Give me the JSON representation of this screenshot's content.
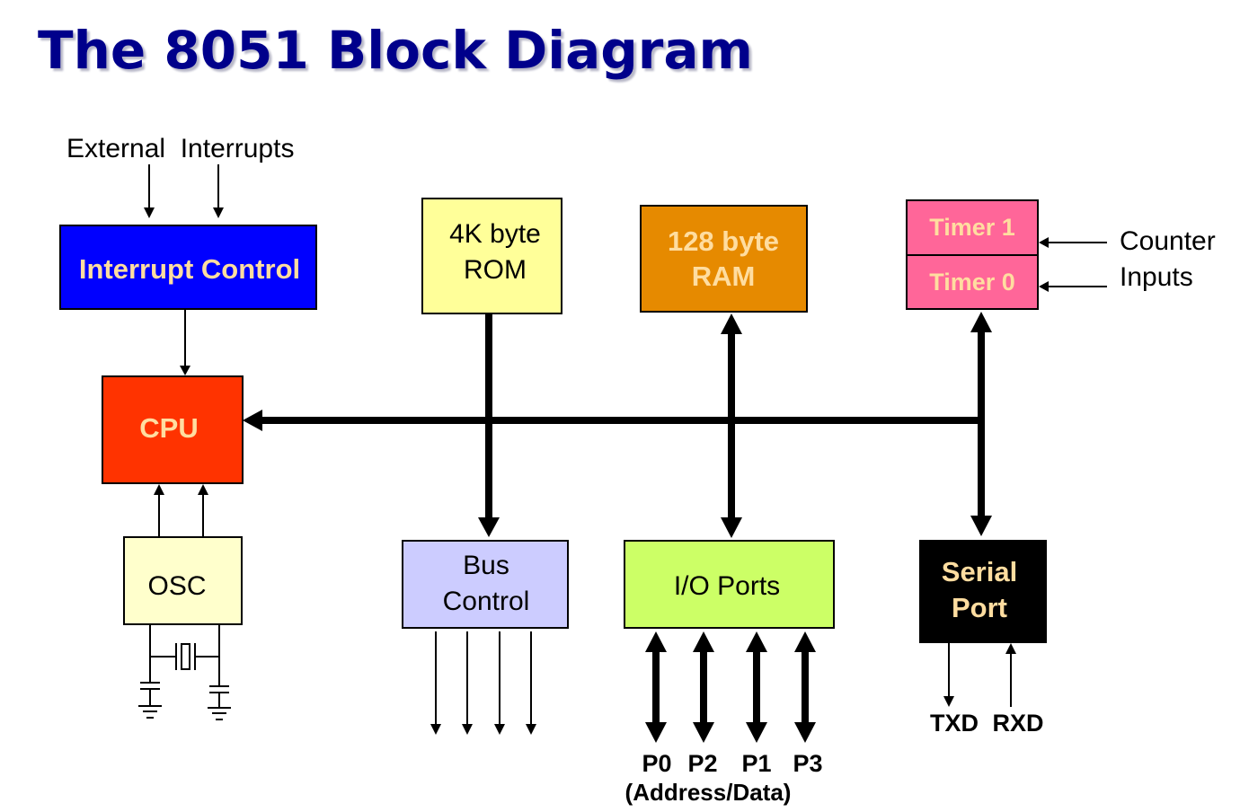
{
  "title": "The 8051 Block Diagram",
  "colors": {
    "title": "#00008b",
    "interrupt_control": "#0000ff",
    "cpu": "#ff3300",
    "osc": "#ffffcc",
    "rom": "#ffff99",
    "ram": "#e68a00",
    "timers": "#ff6699",
    "bus_control": "#ccccff",
    "io_ports": "#ccff66",
    "serial_port": "#000000",
    "light_text": "#ffdda0"
  },
  "labels": {
    "external_interrupts": "External  Interrupts",
    "counter_inputs_1": "Counter",
    "counter_inputs_2": "Inputs",
    "txd": "TXD",
    "rxd": "RXD",
    "ports": [
      "P0",
      "P2",
      "P1",
      "P3"
    ],
    "address_data": "(Address/Data)"
  },
  "blocks": {
    "interrupt_control": {
      "line1": "Interrupt Control"
    },
    "cpu": {
      "line1": "CPU"
    },
    "osc": {
      "line1": "OSC"
    },
    "rom": {
      "line1": "4K byte",
      "line2": "ROM"
    },
    "ram": {
      "line1": "128 byte",
      "line2": "RAM"
    },
    "timer1": {
      "line1": "Timer 1"
    },
    "timer0": {
      "line1": "Timer 0"
    },
    "bus_control": {
      "line1": "Bus",
      "line2": "Control"
    },
    "io_ports": {
      "line1": "I/O Ports"
    },
    "serial_port": {
      "line1": "Serial",
      "line2": "Port"
    }
  }
}
